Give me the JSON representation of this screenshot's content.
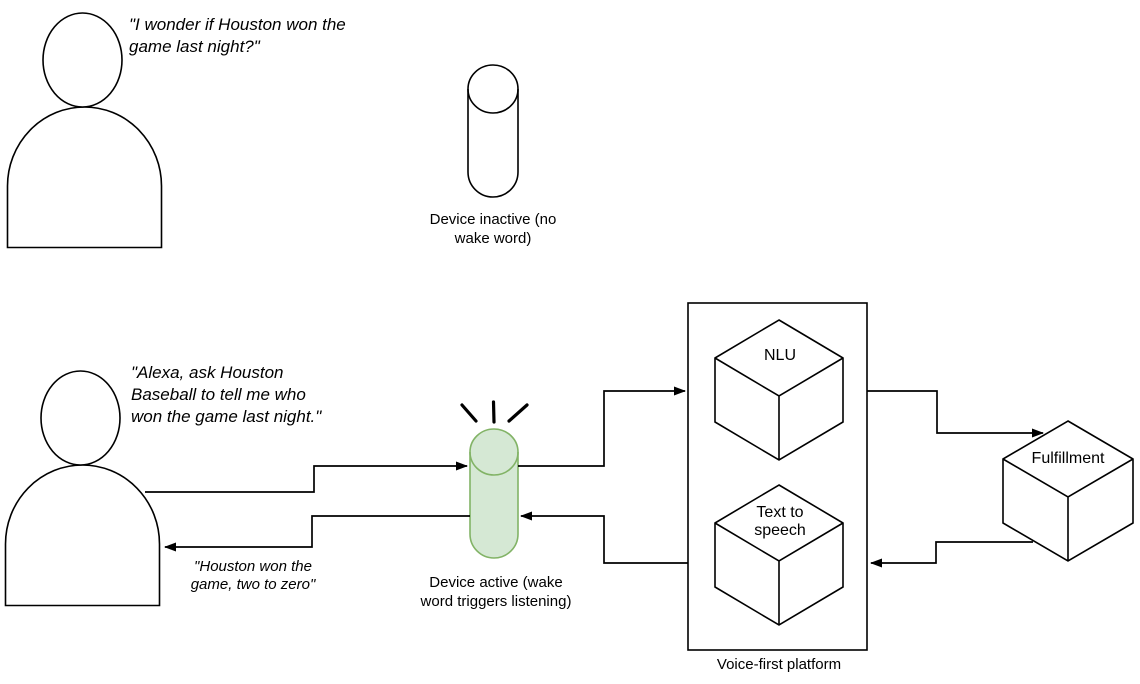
{
  "colors": {
    "background": "#ffffff",
    "shape_fill": "#ffffff",
    "line": "#000000",
    "text": "#000000",
    "active_fill": "#d5e8d4",
    "active_stroke": "#82b366"
  },
  "speech": {
    "wonder": "\"I wonder if Houston won the\ngame last night?\"",
    "request": "\"Alexa, ask Houston\nBaseball to tell me who\nwon the game last night.\"",
    "response": "\"Houston won the\ngame, two to zero\""
  },
  "devices": {
    "inactive_label": "Device inactive (no\nwake word)",
    "active_label": "Device active (wake\nword triggers listening)"
  },
  "platform": {
    "label": "Voice-first platform",
    "nlu_label": "NLU",
    "tts_label": "Text to\nspeech"
  },
  "fulfillment_label": "Fulfillment"
}
